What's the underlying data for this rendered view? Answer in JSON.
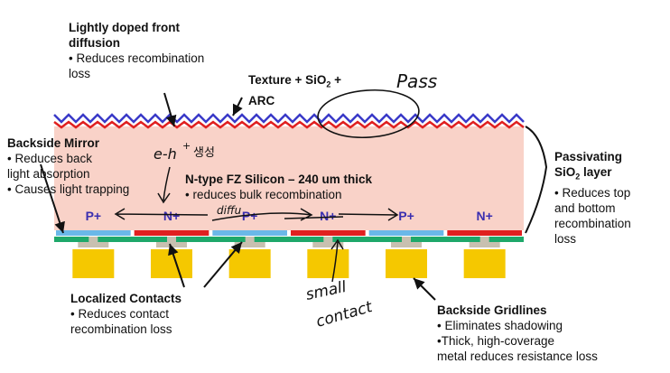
{
  "labels": {
    "front_diffusion": {
      "title": "Lightly doped  front",
      "title2": "diffusion",
      "bullet1": "• Reduces recombination",
      "bullet2": "loss"
    },
    "texture": {
      "line1_a": "Texture + SiO",
      "line1_sub": "2",
      "line1_b": " +",
      "line2": "ARC"
    },
    "backside_mirror": {
      "title": "Backside Mirror",
      "b1": "• Reduces back",
      "b2": "light absorption",
      "b3": "• Causes light trapping"
    },
    "silicon": {
      "title": "N-type FZ Silicon – 240 um thick",
      "bullet": "• reduces bulk recombination"
    },
    "passivating": {
      "t1": "Passivating",
      "t2a": "SiO",
      "t2sub": "2",
      "t2b": " layer",
      "b1": "• Reduces top",
      "b2": "and bottom",
      "b3": "recombination",
      "b4": "loss"
    },
    "localized": {
      "title": "Localized Contacts",
      "b1": "• Reduces contact",
      "b2": "recombination loss"
    },
    "gridlines": {
      "title": "Backside Gridlines",
      "b1": "• Eliminates shadowing",
      "b2": "•Thick, high-coverage",
      "b3": "metal reduces resistance loss"
    }
  },
  "doping_regions": [
    "P+",
    "N+",
    "P+",
    "N+",
    "P+",
    "N+"
  ],
  "handwriting": {
    "pass": "Pass",
    "eh": "e-h",
    "eh_sup": "+",
    "korean": "생성",
    "diffu": "diffu",
    "small": "small",
    "contact": "contact"
  },
  "colors": {
    "bulk": "#f9d2c8",
    "texture_blue": "#3a3ac8",
    "texture_red": "#e02020",
    "p_region": "#6ab8e8",
    "n_region": "#e02020",
    "backside_green": "#1ea86a",
    "contact_gray": "#c8c0b0",
    "metal_gold": "#f5c800",
    "label_purple": "#3b2fb0"
  }
}
